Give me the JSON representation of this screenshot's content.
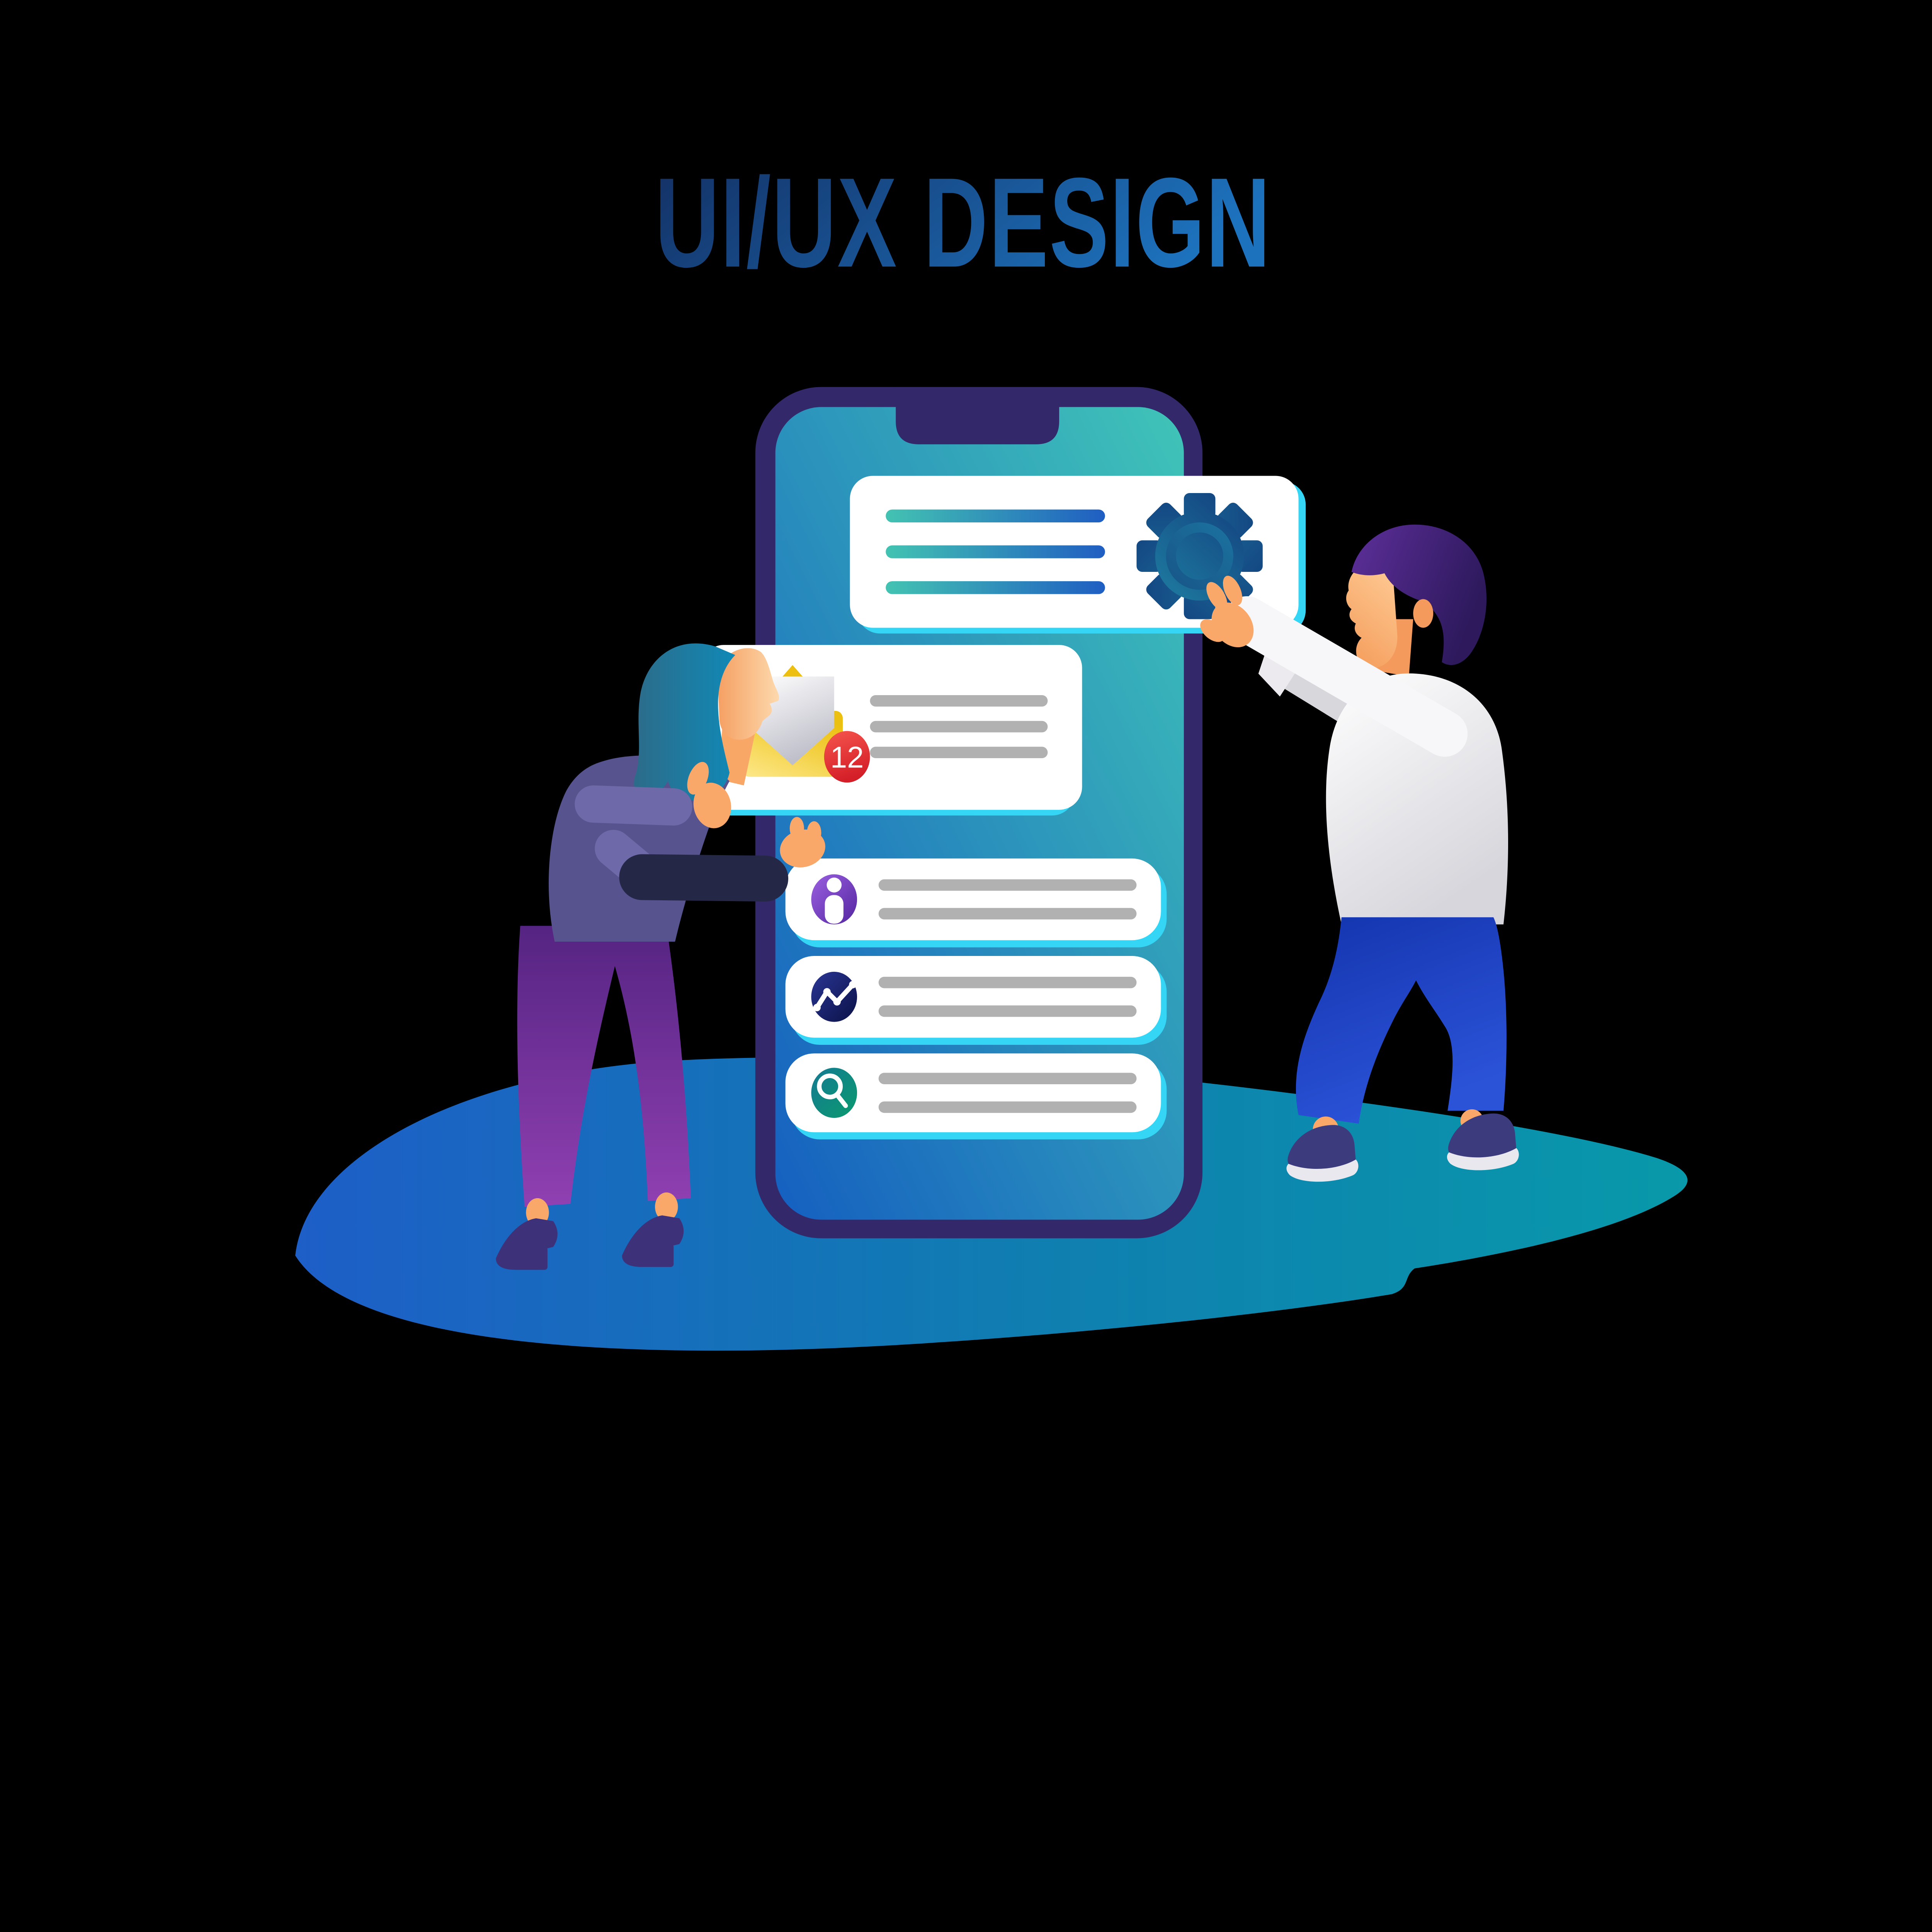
{
  "title": {
    "text": "UI/UX DESIGN"
  },
  "phone": {
    "device": "smartphone-mockup",
    "notification_cards": {
      "settings": {
        "icon": "gear-icon",
        "placeholder_lines": 3
      },
      "email": {
        "icon": "open-envelope-icon",
        "badge_count": "12",
        "placeholder_lines": 3
      },
      "info": {
        "icon": "info-icon",
        "placeholder_lines": 2
      },
      "analytics": {
        "icon": "line-chart-icon",
        "placeholder_lines": 2
      },
      "search": {
        "icon": "search-icon",
        "placeholder_lines": 2
      }
    }
  },
  "people": {
    "woman": {
      "pose": "holding email notification card",
      "hair": "teal-bob",
      "sweater": "#57538e",
      "pants": [
        "#552482",
        "#9040b2"
      ],
      "shoes": "#3d3179"
    },
    "man": {
      "pose": "touching settings gear on card",
      "hair": "dark-purple",
      "shirt": "#f7f7f9",
      "pants": [
        "#1434ae",
        "#2b53d8"
      ],
      "shoes": "#3b3b7d"
    }
  },
  "colors": {
    "background": "#000000",
    "title_gradient": [
      "#132f63",
      "#1d72bd"
    ],
    "phone_frame": "#33286a",
    "screen_gradient": [
      "#155fc0",
      "#40c4b8"
    ],
    "card_white": "#ffffff",
    "card_shadow_cyan": "#35d6f5",
    "placeholder_gray": "#b1b1b1",
    "card_line_gradient": [
      "#43c3b2",
      "#1f5ec2"
    ],
    "badge_red": [
      "#f6564e",
      "#d41f28"
    ],
    "envelope_gold": [
      "#fde88a",
      "#ecc011"
    ],
    "gear_gradient": [
      "#1f86a6",
      "#123c7c"
    ],
    "info_icon_gradient": [
      "#9a60e0",
      "#5526a0"
    ],
    "chart_icon_gradient": [
      "#2a3694",
      "#0b1147"
    ],
    "search_icon_gradient": [
      "#157a93",
      "#0a9a6e"
    ],
    "ground_blob_gradient": [
      "#1d5ec7",
      "#0899aa"
    ],
    "skin": "#f9a86a"
  }
}
